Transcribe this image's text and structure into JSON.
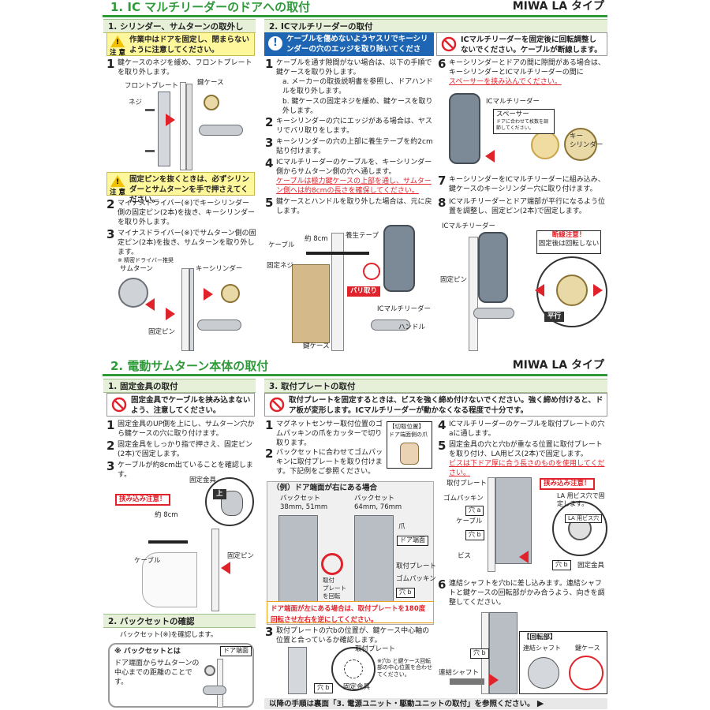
{
  "section1": {
    "title": "1. IC マルチリーダーのドアへの取付",
    "type_label": "MIWA LA タイプ",
    "col1": {
      "title": "1. シリンダー、サムターンの取外し",
      "warn1": "作業中はドアを固定し、閉まらないように注意してください。",
      "warn1_label": "注 意",
      "step1_num": "1",
      "step1": "鍵ケースのネジを緩め、フロントプレートを取り外します。",
      "labels": {
        "front_plate": "フロントプレート",
        "screw": "ネジ",
        "lock_case": "鍵ケース"
      },
      "warn2": "固定ピンを抜くときは、必ずシリンダーとサムターンを手で押さえてください。",
      "warn2_label": "注 意",
      "step2_num": "2",
      "step2": "マイナスドライバー(※)でキーシリンダー側の固定ピン(2本)を抜き、キーシリンダーを取り外します。",
      "step3_num": "3",
      "step3": "マイナスドライバー(※)でサムターン側の固定ピン(2本)を抜き、サムターンを取り外します。",
      "note": "※ 精密ドライバー推奨",
      "labels2": {
        "thumbturn": "サムターン",
        "key_cylinder": "キーシリンダー",
        "fixing_pin": "固定ピン"
      }
    },
    "col2": {
      "title": "2. ICマルチリーダーの取付",
      "info": "ケーブルを傷めないようヤスリでキーシリンダーの穴のエッジを取り除いてください。",
      "info_mark": "!",
      "no_note": "ICマルチリーダーを固定後に回転調整しないでください。ケーブルが断線します。",
      "step1_num": "1",
      "step1": "ケーブルを通す隙間がない場合は、以下の手順で鍵ケースを取り外します。",
      "step1a": "a. メーカーの取扱説明書を参照し、ドアハンドルを取り外します。",
      "step1b": "b. 鍵ケースの固定ネジを緩め、鍵ケースを取り外します。",
      "step2_num": "2",
      "step2": "キーシリンダーの穴にエッジがある場合は、ヤスリでバリ取りをします。",
      "step3_num": "3",
      "step3": "キーシリンダーの穴の上部に養生テープを約2cm貼り付けます。",
      "step4_num": "4",
      "step4": "ICマルチリーダーのケーブルを、キーシリンダー側からサムターン側の穴へ通します。",
      "step4_red": "ケーブルは極力鍵ケースの上部を通し、サムターン側へは約8cmの長さを確保してください。",
      "step5_num": "5",
      "step5": "鍵ケースとハンドルを取り外した場合は、元に戻します。",
      "labels": {
        "cable": "ケーブル",
        "approx8": "約 8cm",
        "tape": "養生テープ",
        "fixing_screw": "固定ネジ",
        "deburr": "バリ取り",
        "ic_reader": "ICマルチリーダー",
        "handle": "ハンドル",
        "lock_case": "鍵ケース"
      }
    },
    "col3": {
      "step6_num": "6",
      "step6": "キーシリンダーとドアの間に隙間がある場合は、キーシリンダーとICマルチリーダーの間に",
      "step6_red": "スペーサーを挟み込んでください。",
      "labels": {
        "ic_reader": "ICマルチリーダー",
        "spacer": "スペーサー",
        "spacer_note": "ドアに合わせて枚数を調節してください。",
        "key_cylinder": "キー\nシリンダー"
      },
      "step7_num": "7",
      "step7": "キーシリンダーをICマルチリーダーに組み込み、鍵ケースのキーシリンダー穴に取り付けます。",
      "step8_num": "8",
      "step8": "ICマルチリーダーとドア端部が平行になるよう位置を調整し、固定ピン(2本)で固定します。",
      "labels2": {
        "ic_reader": "ICマルチリーダー",
        "fixing_pin": "固定ピン",
        "caution_title": "断線注意！",
        "caution_body": "固定後は回転しない",
        "parallel": "平行"
      }
    }
  },
  "section2": {
    "title": "2. 電動サムターン本体の取付",
    "type_label": "MIWA LA タイプ",
    "col1": {
      "title": "1. 固定金具の取付",
      "no_note": "固定金具でケーブルを挟み込まないよう、注意してください。",
      "step1_num": "1",
      "step1": "固定金具のUP側を上にし、サムターン穴から鍵ケースの穴に取り付けます。",
      "step2_num": "2",
      "step2": "固定金具をしっかり指で押さえ、固定ピン(2本)で固定します。",
      "step3_num": "3",
      "step3": "ケーブルが約8cm出ていることを確認します。",
      "labels": {
        "bracket": "固定金具",
        "pinch": "挟み込み注意！",
        "up": "上",
        "approx8": "約 8cm",
        "cable": "ケーブル",
        "fixing_pin": "固定ピン"
      },
      "backset_title": "2. バックセットの確認",
      "backset_text": "バックセット(※)を確認します。",
      "backset_box_title": "※ バックセットとは",
      "backset_box_text": "ドア端面からサムターンの中心までの距離のことです。",
      "door_edge": "ドア端面"
    },
    "col2": {
      "title": "3. 取付プレートの取付",
      "no_note": "取付プレートを固定するときは、ビスを強く締め付けないでください。強く締め付けると、ドア板が変形します。ICマルチリーダーが動かなくなる程度で十分です。",
      "step1_num": "1",
      "step1": "マグネットセンサー取付位置のゴムパッキンの爪をカッターで切り取ります。",
      "cut_title": "【切取位置】",
      "cut_sub": "ドア端面側の爪",
      "step2_num": "2",
      "step2": "バックセットに合わせてゴムパッキンに取付プレートを取り付けます。下記例をご参照ください。",
      "example_title": "（例）ドア端面が右にある場合",
      "bs1": "バックセット\n38mm, 51mm",
      "bs2": "バックセット\n64mm, 76mm",
      "claw": "爪",
      "door_edge": "ドア端面",
      "plate": "取付プレート",
      "packing": "ゴムパッキン",
      "hole_b": "穴 b",
      "rotate": "取付\nプレート\nを回転",
      "orange_note": "ドア端面が左にある場合は、取付プレートを180度回転させ左右を逆にしてください。",
      "step3_num": "3",
      "step3": "取付プレートの穴bの位置が、鍵ケース中心軸の位置と合っているか確認します。",
      "plate2": "取付プレート",
      "align_note": "※穴b と鍵ケース回転部の中心位置を合わせてください。",
      "hole_b2": "穴 b",
      "bracket": "固定金具"
    },
    "col3": {
      "step4_num": "4",
      "step4": "ICマルチリーダーのケーブルを取付プレートの穴aに通します。",
      "step5_num": "5",
      "step5": "固定金具の穴と穴bが重なる位置に取付プレートを取り付け、LA用ビス(2本)で固定します。",
      "step5_red": "ビスは下ドア厚に合う長さのものを使用してください。",
      "labels": {
        "plate": "取付プレート",
        "packing": "ゴムパッキン",
        "hole_a": "穴 a",
        "cable": "ケーブル",
        "hole_b": "穴 b",
        "screw": "ビス",
        "pinch": "挟み込み注意！",
        "la_screw": "LA 用ビス穴で固定します。",
        "la_hole": "LA 用ビス穴",
        "hole_b2": "穴 b",
        "bracket": "固定金具"
      },
      "step6_num": "6",
      "step6": "連結シャフトを穴bに差し込みます。連結シャフトと鍵ケースの回転部がかみ合うよう、向きを調整してください。",
      "labels2": {
        "hole_b": "穴 b",
        "shaft": "連結シャフト",
        "rot_title": "【回転部】",
        "rot_shaft": "連結シャフト",
        "rot_case": "鍵ケース"
      }
    }
  },
  "footer": "以降の手順は裏面「3. 電源ユニット・駆動ユニットの取付」を参照ください。",
  "colors": {
    "green": "#2f9a3a",
    "red": "#e0232b",
    "blue": "#1e66b3",
    "yellow": "#fff79c"
  }
}
